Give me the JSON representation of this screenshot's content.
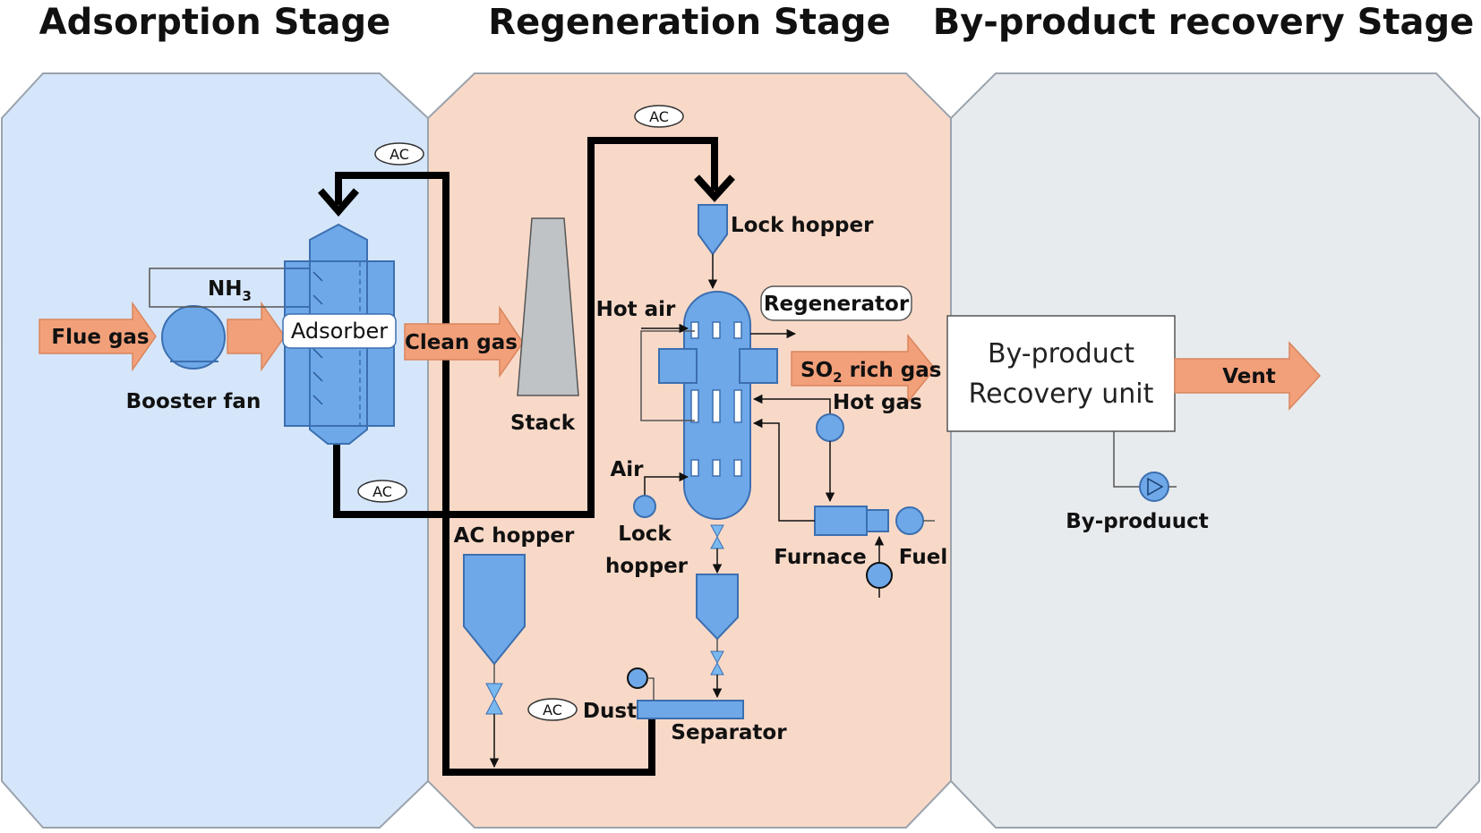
{
  "stages": {
    "adsorption": "Adsorption Stage",
    "regeneration": "Regeneration Stage",
    "byproduct": "By-product recovery Stage"
  },
  "flows": {
    "flue_gas": "Flue gas",
    "clean_gas": "Clean gas",
    "so2_prefix": "SO",
    "so2_sub": "2",
    "so2_suffix": " rich gas",
    "vent": "Vent"
  },
  "labels": {
    "nh3_main": "NH",
    "nh3_sub": "3",
    "booster_fan": "Booster fan",
    "adsorber": "Adsorber",
    "stack": "Stack",
    "lock_hopper_top": "Lock hopper",
    "hot_air": "Hot air",
    "regenerator": "Regenerator",
    "hot_gas": "Hot gas",
    "air": "Air",
    "lock_hopper_bottom_1": "Lock",
    "lock_hopper_bottom_2": "hopper",
    "furnace": "Furnace",
    "fuel": "Fuel",
    "ac_hopper": "AC hopper",
    "dust": "Dust",
    "separator": "Separator",
    "byproduct_unit_1": "By-product",
    "byproduct_unit_2": "Recovery unit",
    "byproduct_out": "By-produuct",
    "ac": "AC"
  },
  "colors": {
    "adsorption_bg": "#d6e6fa",
    "regeneration_bg": "#f8d9c8",
    "byproduct_bg": "#e7ebee",
    "equipment": "#6ea8e8",
    "flow_arrow": "#f2a07a",
    "stack": "#bfc3c6",
    "carbon_line": "#000000"
  }
}
